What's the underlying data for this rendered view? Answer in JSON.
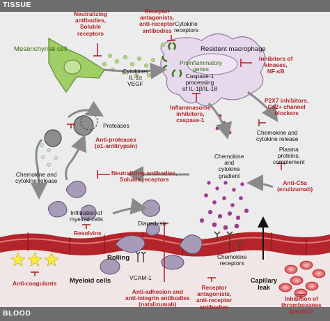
{
  "header": {
    "tissue": "TISSUE",
    "blood": "BLOOD"
  },
  "cells": {
    "mesenchymal": "Mesenchymal cell",
    "macrophage": "Resident macrophage",
    "myeloid": "Myeloid cells",
    "rolling": "Rolling"
  },
  "labels": {
    "cytokine_receptors": "Cytokine\nreceptors",
    "proinflammatory_genes": "Proinflammatory\ngenes",
    "caspase": "Caspase-1\nprocessing\nof IL-1β/IL-18",
    "cytokines": "Cytokines\nIL-1α\nVEGF",
    "proteases": "Proteases",
    "chemokine_release_left": "Chemokine and\ncytokine release",
    "chemokine_gradient": "Chemokine\nand\ncytokine\ngradient",
    "chemokine_release_right": "Chemokine and\ncytokine release",
    "plasma_proteins": "Plasma\nproteins,\ncomplement",
    "infiltration": "Infiltration of\nmyeloid cells",
    "diapedesis": "Diapedesis",
    "vcam": "VCAM-1",
    "chemokine_receptors": "Chemokine\nreceptors",
    "capillary_leak": "Capillary\nleak"
  },
  "inhibitors": {
    "neutralizing_top": "Neutralizing\nantibodies,\nSoluble\nreceptors",
    "receptor_antagonists_top": "Receptor\nantagonists,\nanti-receptor\nantibodies",
    "kinase_inhibitors": "Inhibitors of\nkinases,\nNF-κB",
    "inflammasome": "Inflammasome\ninhibitors,\ncaspase-1",
    "p2x7": "P2X7 inhibitors,\nCa2+ channel\nblockers",
    "anti_proteases": "Anti-proteases\n(α1-antitrypsin)",
    "neutralizing_mid": "Neutralizing antibodies,\nSoluble receptors",
    "anti_c5a": "Anti-C5a\n(eculizumab)",
    "resolvins": "Resolvins",
    "anti_adhesion": "Anti-adhesion and\nanti-integrin antibodies\n(natalizumab)",
    "anti_coagulants": "Anti-coagulants",
    "receptor_antagonists_bottom": "Receptor\nantagonists,\nanti-receptor\nantibodies",
    "thromboxanes": "Inhibition of\nthromboxanes\n(aspirin)"
  },
  "colors": {
    "header_bar": "#6e6e6e",
    "tissue_bg": "#ececec",
    "vessel_wall": "#b3252b",
    "blood_bg": "#f0e6e6",
    "inhibitor_text": "#b3252b",
    "macrophage_fill": "#e6d9ec",
    "myeloid_fill": "#a79bb7",
    "mesenchymal_fill": "#9fcf66",
    "dot_green": "#b6d889",
    "dot_purple": "#9c3d8f"
  }
}
